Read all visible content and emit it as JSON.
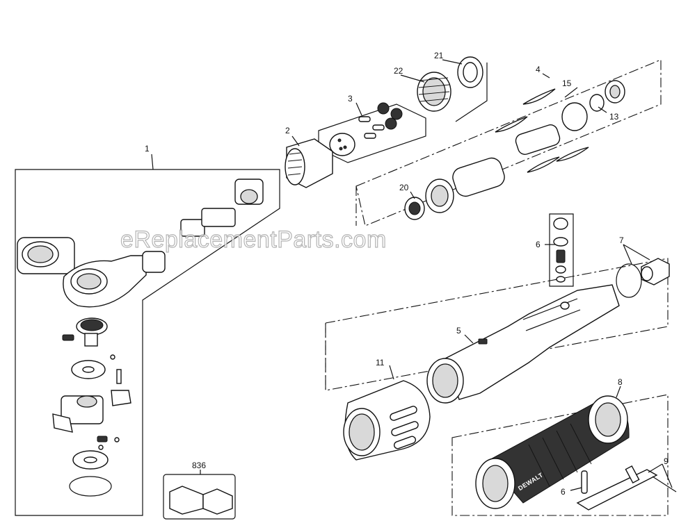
{
  "watermark": "eReplacementParts.com",
  "brand_mark": "DEWALT",
  "callouts": {
    "c1": "1",
    "c2": "2",
    "c3": "3",
    "c4": "4",
    "c5": "5",
    "c6a": "6",
    "c6b": "6",
    "c7": "7",
    "c8": "8",
    "c9": "9",
    "c11": "11",
    "c13": "13",
    "c15": "15",
    "c20": "20",
    "c21": "21",
    "c22": "22",
    "c836": "836"
  }
}
